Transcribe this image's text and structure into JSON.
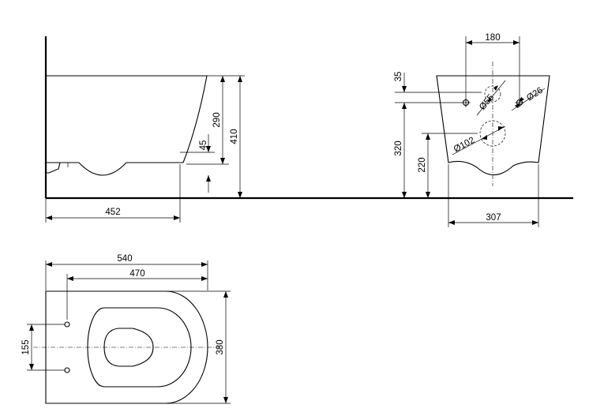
{
  "dimensions": {
    "side_depth": "452",
    "side_total_height": "410",
    "side_bowl_height": "290",
    "side_outlet": "45",
    "front_bolt_spacing": "180",
    "front_top_offset": "35",
    "front_bolt_height": "320",
    "front_outlet_height": "220",
    "front_width": "307",
    "front_inlet_dia": "Ø55",
    "front_bolt_dia": "Ø26",
    "front_outlet_dia": "Ø102",
    "top_length": "540",
    "top_bolt_to_front": "470",
    "top_bolt_spacing": "155",
    "top_width": "380"
  }
}
